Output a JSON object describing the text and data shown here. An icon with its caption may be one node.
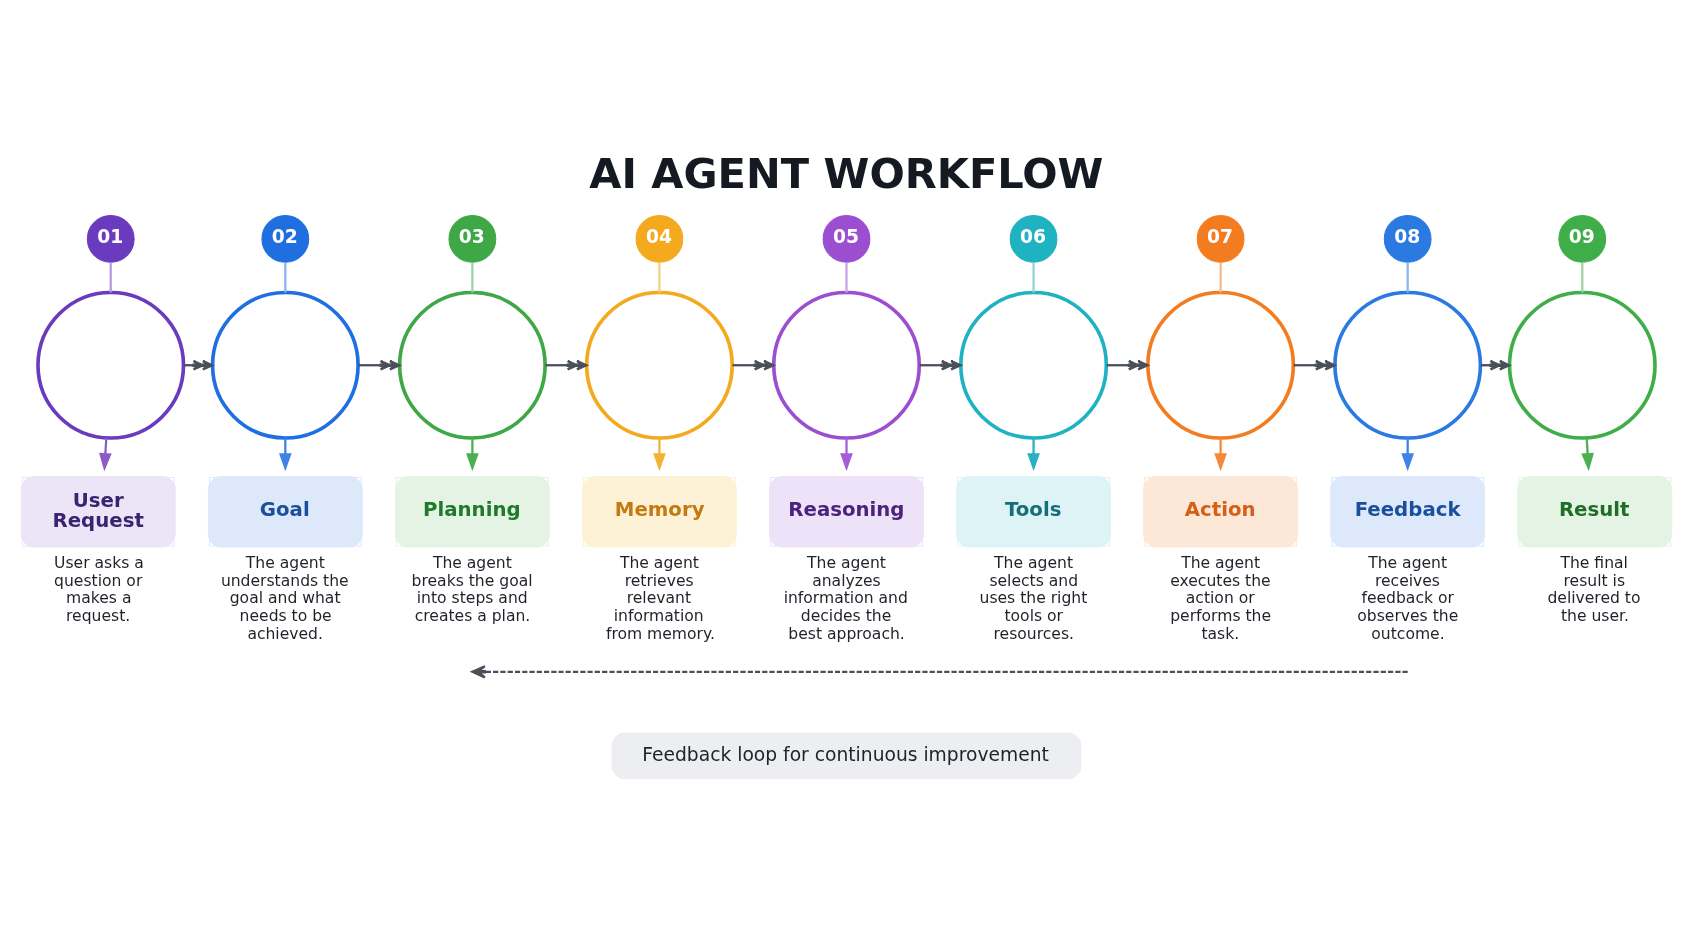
{
  "diagram": {
    "title": "AI AGENT WORKFLOW",
    "nodes": [
      {
        "text": [
          "01"
        ]
      },
      {
        "text": [
          "02"
        ]
      },
      {
        "text": [
          "03"
        ]
      },
      {
        "text": [
          "04"
        ]
      },
      {
        "text": [
          "05"
        ]
      },
      {
        "text": [
          "06"
        ]
      },
      {
        "text": [
          "07"
        ]
      },
      {
        "text": [
          "08"
        ]
      },
      {
        "text": [
          "09"
        ]
      },
      {
        "text": [],
        "shape": "circle"
      },
      {
        "text": [],
        "shape": "circle"
      },
      {
        "text": [],
        "shape": "circle"
      },
      {
        "text": [],
        "shape": "circle"
      },
      {
        "text": [],
        "shape": "circle"
      },
      {
        "text": [],
        "shape": "circle"
      },
      {
        "text": [],
        "shape": "circle"
      },
      {
        "text": [],
        "shape": "circle"
      },
      {
        "text": [],
        "shape": "circle"
      },
      {
        "text": [
          "User Request"
        ],
        "beside": [
          "User asks a question or makes a request."
        ]
      },
      {
        "text": [
          "Goal"
        ],
        "beside": [
          "The agent understands the goal and what needs to be achieved."
        ]
      },
      {
        "text": [
          "Planning"
        ],
        "beside": [
          "The agent breaks the goal into steps and creates a plan."
        ]
      },
      {
        "text": [
          "Memory"
        ],
        "beside": [
          "The agent retrieves relevant information from memory."
        ]
      },
      {
        "text": [
          "Reasoning"
        ],
        "beside": [
          "The agent analyzes information and decides the best approach."
        ]
      },
      {
        "text": [
          "Tools"
        ],
        "beside": [
          "The agent selects and uses the right tools or resources."
        ]
      },
      {
        "text": [
          "Action"
        ],
        "beside": [
          "The agent executes the action or performs the task."
        ]
      },
      {
        "text": [
          "Feedback"
        ],
        "beside": [
          "The agent receives feedback or observes the outcome."
        ]
      },
      {
        "text": [
          "Result"
        ],
        "beside": [
          "The final result is delivered to the user."
        ]
      },
      {
        "text": [
          "Feedback loop for continuous improvement"
        ]
      }
    ],
    "edges": [
      {
        "from": 9,
        "to": 10,
        "arrow": "to"
      },
      {
        "from": 10,
        "to": 11,
        "arrow": "to"
      },
      {
        "from": 11,
        "to": 12,
        "arrow": "to"
      },
      {
        "from": 12,
        "to": 13,
        "arrow": "to"
      },
      {
        "from": 13,
        "to": 14,
        "arrow": "to"
      },
      {
        "from": 14,
        "to": 15,
        "arrow": "to"
      },
      {
        "from": 15,
        "to": 16,
        "arrow": "to"
      },
      {
        "from": 16,
        "to": 17,
        "arrow": "to"
      },
      {
        "from": 0,
        "to": 9,
        "arrow": "none",
        "color": "#b59ce0"
      },
      {
        "from": 1,
        "to": 10,
        "arrow": "none",
        "color": "#8fb3ee"
      },
      {
        "from": 2,
        "to": 11,
        "arrow": "none",
        "color": "#9fd3a2"
      },
      {
        "from": 3,
        "to": 12,
        "arrow": "none",
        "color": "#f5cf7a"
      },
      {
        "from": 4,
        "to": 13,
        "arrow": "none",
        "color": "#c9a3e8"
      },
      {
        "from": 5,
        "to": 14,
        "arrow": "none",
        "color": "#8fd6dc"
      },
      {
        "from": 6,
        "to": 15,
        "arrow": "none",
        "color": "#f6b88a"
      },
      {
        "from": 7,
        "to": 16,
        "arrow": "none",
        "color": "#8fb3ee"
      },
      {
        "from": 8,
        "to": 17,
        "arrow": "none",
        "color": "#9fd3a2"
      },
      {
        "from": 9,
        "to": 18,
        "arrow": "to",
        "color": "#8a5cc9"
      },
      {
        "from": 10,
        "to": 19,
        "arrow": "to",
        "color": "#3f83e6"
      },
      {
        "from": 11,
        "to": 20,
        "arrow": "to",
        "color": "#4caf50"
      },
      {
        "from": 12,
        "to": 21,
        "arrow": "to",
        "color": "#f2b233"
      },
      {
        "from": 13,
        "to": 22,
        "arrow": "to",
        "color": "#a35ed8"
      },
      {
        "from": 14,
        "to": 23,
        "arrow": "to",
        "color": "#26b3bf"
      },
      {
        "from": 15,
        "to": 24,
        "arrow": "to",
        "color": "#f28a3a"
      },
      {
        "from": 16,
        "to": 25,
        "arrow": "to",
        "color": "#3f83e6"
      },
      {
        "from": 17,
        "to": 26,
        "arrow": "to",
        "color": "#4caf50"
      },
      {
        "from": 25,
        "to": 20,
        "arrow": "to",
        "style": "dashed"
      }
    ]
  }
}
